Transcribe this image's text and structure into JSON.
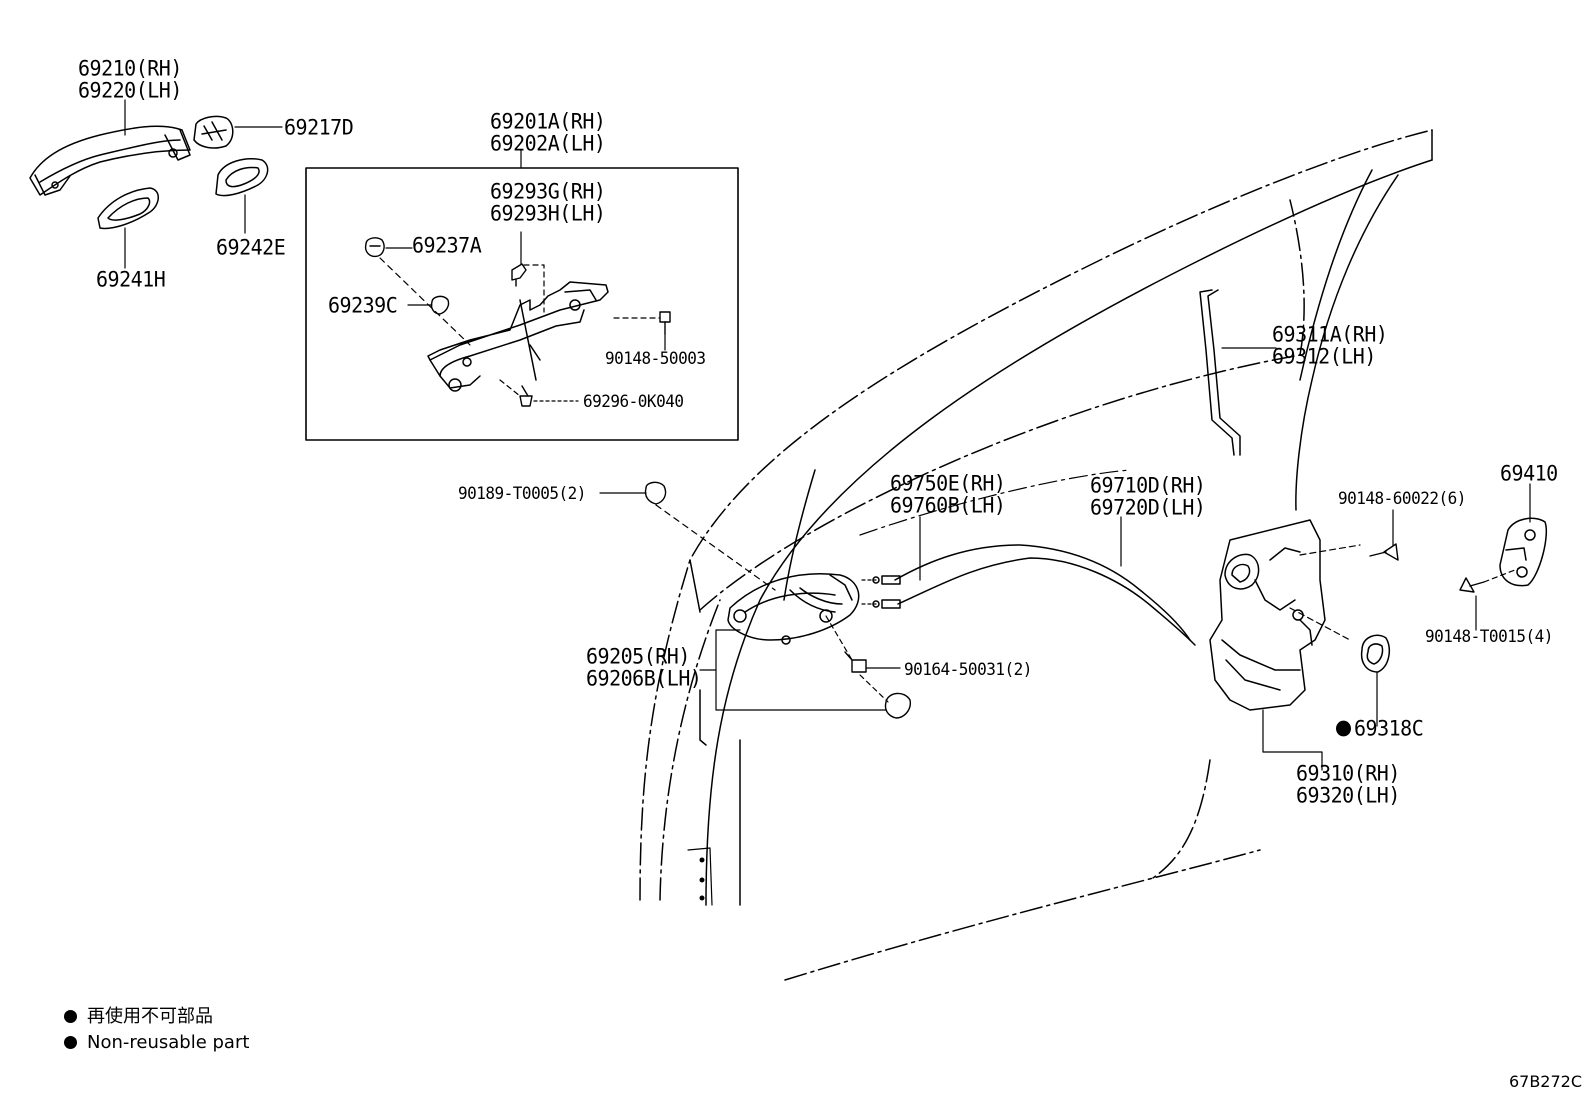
{
  "labels": {
    "p69210": "69210(RH)",
    "p69220": "69220(LH)",
    "p69217D": "69217D",
    "p69241H": "69241H",
    "p69242E": "69242E",
    "p69201A": "69201A(RH)",
    "p69202A": "69202A(LH)",
    "p69293G": "69293G(RH)",
    "p69293H": "69293H(LH)",
    "p69237A": "69237A",
    "p69239C": "69239C",
    "p90148_50003": "90148-50003",
    "p69296_0K040": "69296-0K040",
    "p90189_T0005": "90189-T0005(2)",
    "p69750E": "69750E(RH)",
    "p69760B": "69760B(LH)",
    "p69710D": "69710D(RH)",
    "p69720D": "69720D(LH)",
    "p69311A": "69311A(RH)",
    "p69312": "69312(LH)",
    "p69410": "69410",
    "p90148_60022": "90148-60022(6)",
    "p90148_T0015": "90148-T0015(4)",
    "p69205": "69205(RH)",
    "p69206B": "69206B(LH)",
    "p90164_50031": "90164-50031(2)",
    "p69318C": "69318C",
    "p69310": "69310(RH)",
    "p69320": "69320(LH)"
  },
  "legend": {
    "jp": "再使用不可部品",
    "en": "Non-reusable part"
  },
  "diagram_code": "67B272C"
}
